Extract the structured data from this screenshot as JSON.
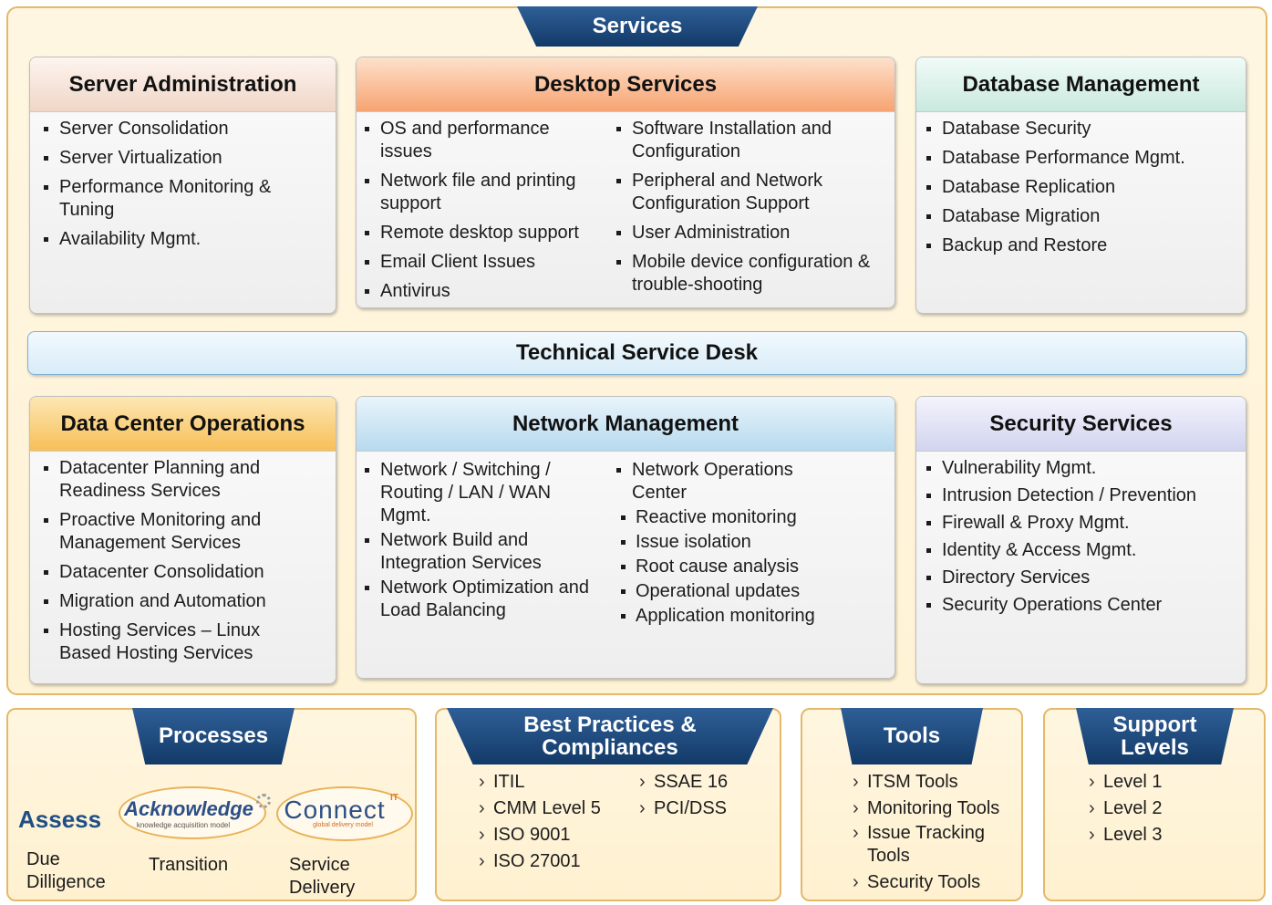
{
  "services_tab": "Services",
  "server_admin": {
    "title": "Server Administration",
    "items": [
      "Server Consolidation",
      "Server Virtualization",
      "Performance Monitoring & Tuning",
      "Availability Mgmt."
    ]
  },
  "desktop": {
    "title": "Desktop Services",
    "left_items": [
      "OS and performance issues",
      "Network file and printing support",
      "Remote desktop support",
      "Email Client Issues",
      "Antivirus"
    ],
    "right_items": [
      "Software Installation and Configuration",
      "Peripheral and Network Configuration Support",
      "User Administration",
      "Mobile device configuration & trouble-shooting"
    ]
  },
  "database": {
    "title": "Database Management",
    "items": [
      "Database Security",
      "Database Performance Mgmt.",
      "Database Replication",
      "Database Migration",
      "Backup and Restore"
    ]
  },
  "service_desk": "Technical Service Desk",
  "datacenter": {
    "title": "Data Center Operations",
    "items": [
      "Datacenter Planning and Readiness Services",
      "Proactive Monitoring and Management Services",
      "Datacenter Consolidation",
      "Migration and Automation",
      "Hosting Services – Linux Based Hosting Services"
    ]
  },
  "network": {
    "title": "Network Management",
    "left_items": [
      "Network / Switching / Routing / LAN / WAN Mgmt.",
      "Network Build and Integration Services",
      "Network Optimization and Load Balancing"
    ],
    "right_head": "Network Operations Center",
    "right_sub": [
      "Reactive monitoring",
      "Issue isolation",
      "Root cause analysis",
      "Operational updates",
      "Application monitoring"
    ]
  },
  "security": {
    "title": "Security Services",
    "items": [
      "Vulnerability Mgmt.",
      "Intrusion Detection / Prevention",
      "Firewall & Proxy Mgmt.",
      "Identity & Access Mgmt.",
      "Directory Services",
      "Security Operations Center"
    ]
  },
  "processes": {
    "tab": "Processes",
    "assess": "Assess",
    "acknowledge_logo": "Acknowledge",
    "acknowledge_tagline": "knowledge acquisition model",
    "connect_logo": "Connect",
    "connect_sup": "IT",
    "connect_tagline": "global delivery model",
    "step1": "Due Dilligence",
    "step2": "Transition",
    "step3": "Service Delivery"
  },
  "best_practices": {
    "tab": "Best Practices & Compliances",
    "left": [
      "ITIL",
      "CMM Level 5",
      "ISO 9001",
      "ISO 27001"
    ],
    "right": [
      "SSAE 16",
      "PCI/DSS"
    ]
  },
  "tools": {
    "tab": "Tools",
    "items": [
      "ITSM Tools",
      "Monitoring Tools",
      "Issue Tracking Tools",
      "Security Tools"
    ]
  },
  "support": {
    "tab": "Support Levels",
    "items": [
      "Level 1",
      "Level 2",
      "Level 3"
    ]
  },
  "colors": {
    "tab_blue": "#1f4a7c",
    "panel_border": "#e3b96a",
    "logo_gold": "#e9b256"
  }
}
